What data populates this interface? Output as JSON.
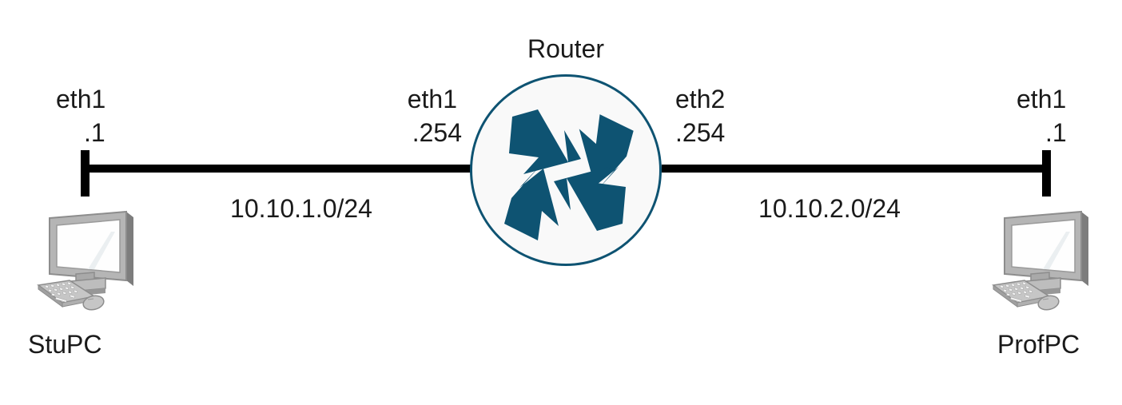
{
  "diagram": {
    "title_present": false,
    "background_color": "#ffffff",
    "accent_color": "#0e5372",
    "line_color": "#000000",
    "text_color": "#1a1a1a"
  },
  "nodes": {
    "left_pc": {
      "name": "StuPC",
      "icon": "desktop-computer-icon",
      "interface_label": "eth1",
      "host_address": ".1"
    },
    "router": {
      "name": "Router",
      "icon": "router-icon",
      "left_interface_label": "eth1",
      "left_host_address": ".254",
      "right_interface_label": "eth2",
      "right_host_address": ".254"
    },
    "right_pc": {
      "name": "ProfPC",
      "icon": "desktop-computer-icon",
      "interface_label": "eth1",
      "host_address": ".1"
    }
  },
  "links": [
    {
      "id": "left-link",
      "subnet": "10.10.1.0/24",
      "from": "StuPC",
      "to": "Router"
    },
    {
      "id": "right-link",
      "subnet": "10.10.2.0/24",
      "from": "Router",
      "to": "ProfPC"
    }
  ]
}
